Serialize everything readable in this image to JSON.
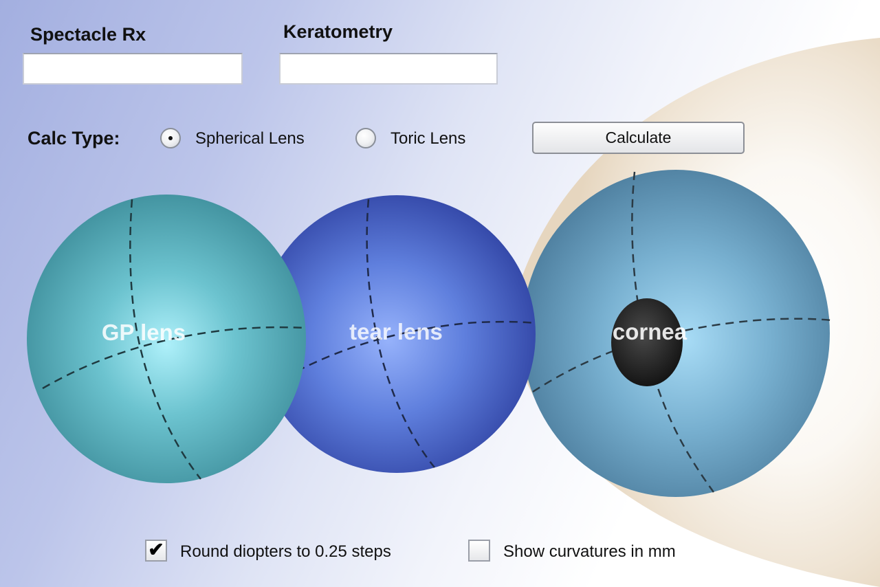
{
  "inputs": {
    "spectacle_rx": {
      "label": "Spectacle Rx",
      "value": ""
    },
    "keratometry": {
      "label": "Keratometry",
      "value": ""
    }
  },
  "calc_type": {
    "label": "Calc Type:",
    "options": [
      {
        "label": "Spherical Lens",
        "selected": true
      },
      {
        "label": "Toric Lens",
        "selected": false
      }
    ]
  },
  "calculate_button": {
    "label": "Calculate"
  },
  "diagram": {
    "gp_lens": {
      "label": "GP lens",
      "color": "#4fa3b0"
    },
    "tear_lens": {
      "label": "tear lens",
      "color": "#4766c4"
    },
    "cornea": {
      "label": "cornea",
      "color": "#5b94b4"
    }
  },
  "options": {
    "round_diopters": {
      "label": "Round diopters to 0.25 steps",
      "checked": true,
      "mark": "✔"
    },
    "show_curvatures": {
      "label": "Show curvatures in mm",
      "checked": false,
      "mark": ""
    }
  }
}
